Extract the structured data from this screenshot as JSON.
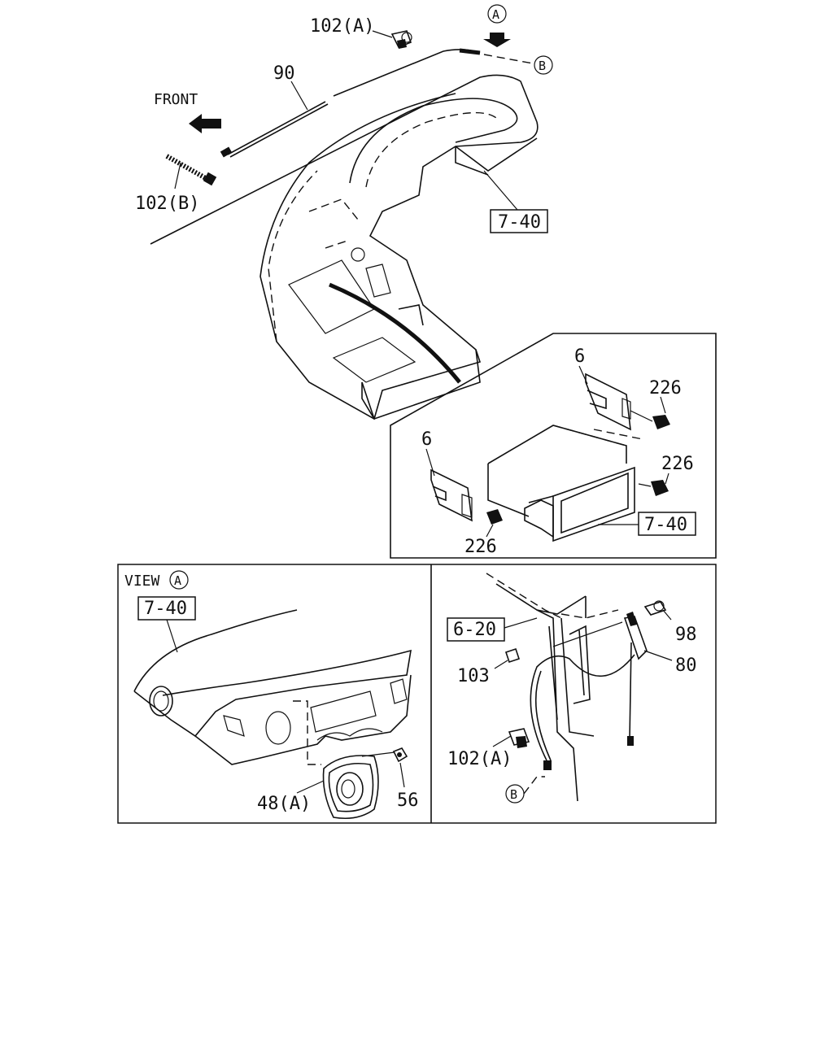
{
  "callouts": {
    "part_102A_top": "102(A)",
    "part_90": "90",
    "front": "FRONT",
    "part_102B": "102(B)",
    "ref_740_top": "7-40",
    "circle_A_top": "A",
    "circle_B_top": "B",
    "inset_part_6_upper": "6",
    "inset_part_226_upper": "226",
    "inset_part_6_lower": "6",
    "inset_part_226_mid": "226",
    "inset_part_226_lower": "226",
    "inset_ref_740": "7-40",
    "view_label": "VIEW",
    "view_circle_A": "A",
    "view_ref_740": "7-40",
    "part_48A": "48(A)",
    "part_56": "56",
    "ref_620": "6-20",
    "part_103": "103",
    "part_98": "98",
    "part_80": "80",
    "part_102A_bottom": "102(A)",
    "circle_B_bottom": "B"
  }
}
